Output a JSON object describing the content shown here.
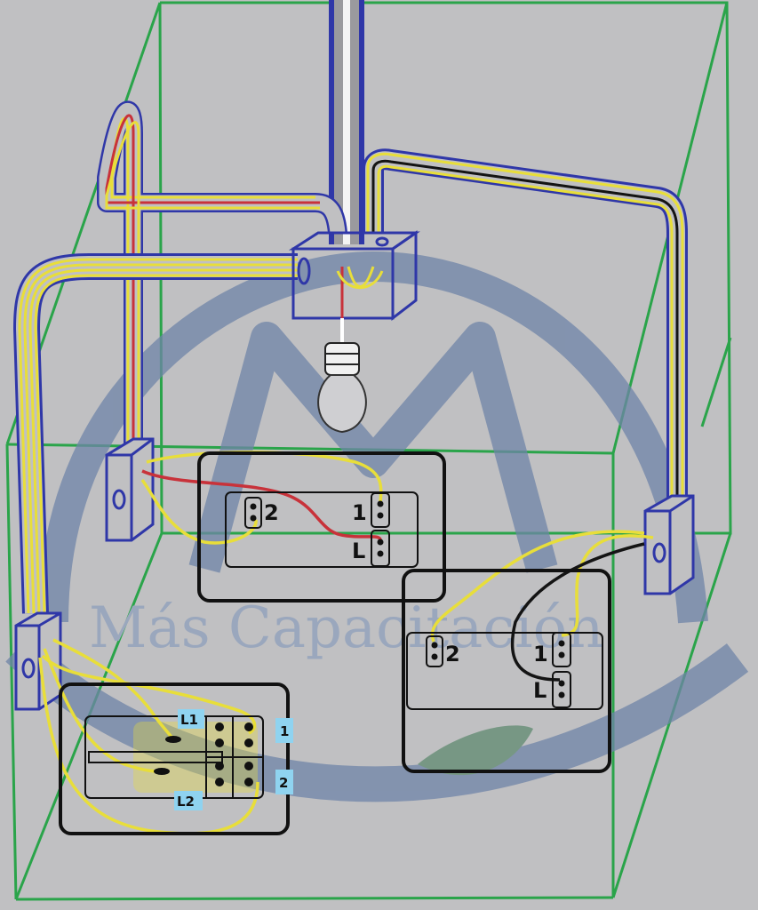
{
  "watermark": {
    "text": "Más Capacitación",
    "color": "#6f84a8"
  },
  "colors": {
    "room_background": "#c0c0c2",
    "room_edges": "#2aa44a",
    "conduit": "#2f37a8",
    "wire_phase": "#e8de3a",
    "wire_red": "#c8323a",
    "wire_black": "#141414",
    "label_badge": "#8fd3f0"
  },
  "switch_left": {
    "terminal_1": "1",
    "terminal_2": "2",
    "terminal_l": "L"
  },
  "switch_right": {
    "terminal_1": "1",
    "terminal_2": "2",
    "terminal_l": "L"
  },
  "intermediate_switch": {
    "label_l1": "L1",
    "label_l2": "L2",
    "label_1": "1",
    "label_2": "2"
  }
}
